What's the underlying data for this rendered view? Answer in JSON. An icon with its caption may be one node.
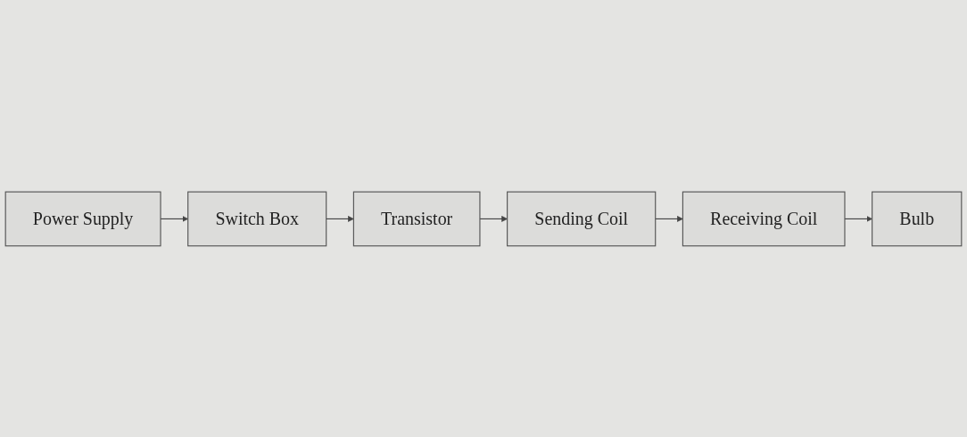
{
  "diagram": {
    "nodes": [
      {
        "text": [
          "Power Supply"
        ]
      },
      {
        "text": [
          "Switch Box"
        ]
      },
      {
        "text": [
          "Transistor"
        ]
      },
      {
        "text": [
          "Sending Coil"
        ]
      },
      {
        "text": [
          "Receiving Coil"
        ]
      },
      {
        "text": [
          "Bulb"
        ]
      }
    ],
    "edges": [
      {
        "from": 0,
        "to": 1,
        "arrow": "to"
      },
      {
        "from": 1,
        "to": 2,
        "arrow": "to"
      },
      {
        "from": 2,
        "to": 3,
        "arrow": "to"
      },
      {
        "from": 3,
        "to": 4,
        "arrow": "to"
      },
      {
        "from": 4,
        "to": 5,
        "arrow": "to"
      }
    ]
  }
}
